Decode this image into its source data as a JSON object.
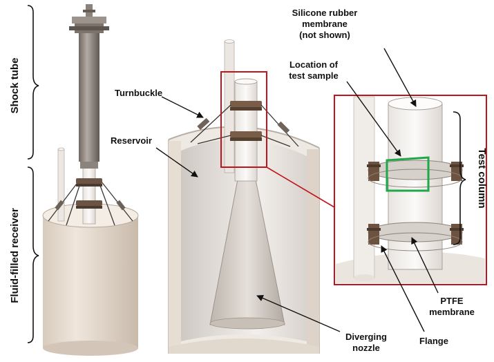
{
  "labels": {
    "shock_tube": "Shock tube",
    "fluid_filled_receiver": "Fluid-filled receiver",
    "turnbuckle": "Turnbuckle",
    "reservoir": "Reservoir",
    "silicone_membrane_line1": "Silicone rubber",
    "silicone_membrane_line2": "membrane",
    "silicone_membrane_line3": "(not shown)",
    "location_line1": "Location of",
    "location_line2": "test sample",
    "test_column": "Test column",
    "ptfe_line1": "PTFE",
    "ptfe_line2": "membrane",
    "flange": "Flange",
    "diverging_line1": "Diverging",
    "diverging_line2": "nozzle"
  },
  "colors": {
    "callout_box": "#c0141c",
    "sample_highlight": "#1fa84a",
    "receiver_body": "#e3d8cc",
    "tube_metal": "#8f8780",
    "flange_bronze": "#7a5a44"
  }
}
